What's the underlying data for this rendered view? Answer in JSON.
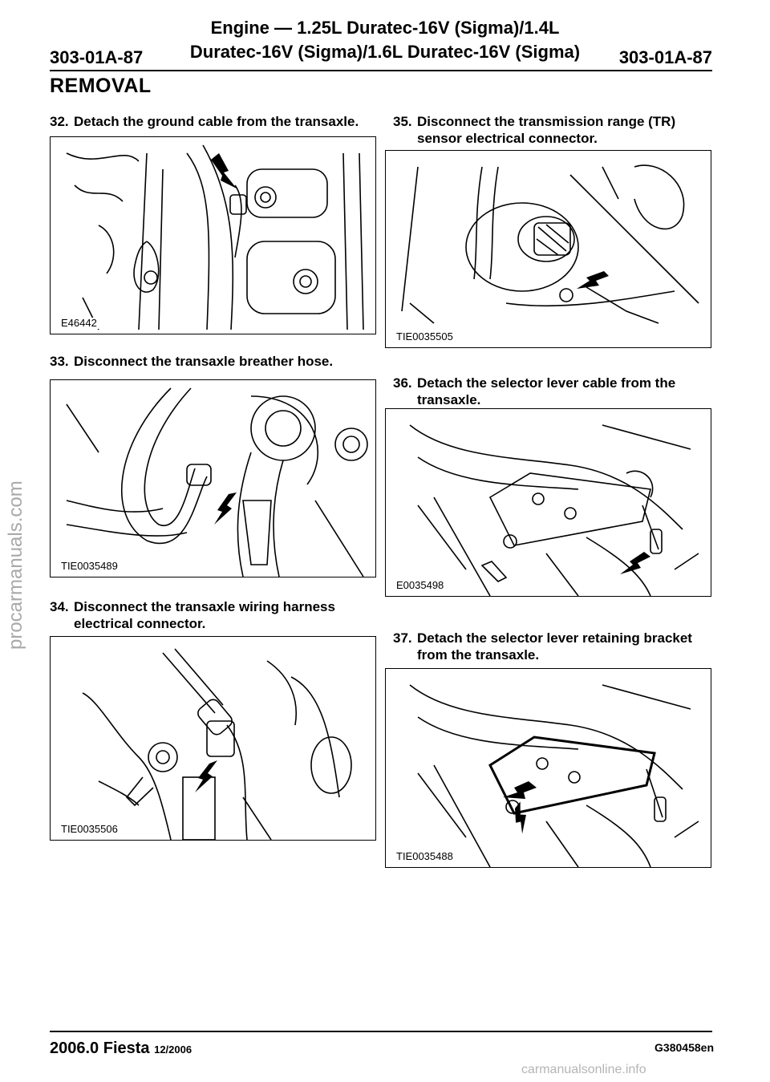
{
  "header": {
    "title_line1": "Engine — 1.25L Duratec-16V (Sigma)/1.4L",
    "title_line2": "Duratec-16V (Sigma)/1.6L Duratec-16V (Sigma)",
    "page_code_left": "303-01A-87",
    "page_code_right": "303-01A-87"
  },
  "section": "REMOVAL",
  "steps": [
    {
      "num": "32.",
      "text": "Detach the ground cable from the transaxle.",
      "figure_id": "E46442"
    },
    {
      "num": "33.",
      "text": "Disconnect the transaxle breather hose.",
      "figure_id": "TIE0035489"
    },
    {
      "num": "34.",
      "text": "Disconnect the transaxle wiring harness",
      "text2": "electrical connector.",
      "figure_id": "TIE0035506"
    },
    {
      "num": "35.",
      "text": "Disconnect the transmission range (TR)",
      "text2": "sensor electrical connector.",
      "figure_id": "TIE0035505"
    },
    {
      "num": "36.",
      "text": "Detach the selector lever cable from the",
      "text2": "transaxle.",
      "figure_id": "E0035498"
    },
    {
      "num": "37.",
      "text": "Detach the selector lever retaining bracket",
      "text2": "from the transaxle.",
      "figure_id": "TIE0035488"
    }
  ],
  "footer": {
    "model": "2006.0 Fiesta",
    "date": "12/2006",
    "doc_code": "G380458en"
  },
  "watermarks": {
    "side": "procarmanuals.com",
    "bottom": "carmanualsonline.info"
  }
}
